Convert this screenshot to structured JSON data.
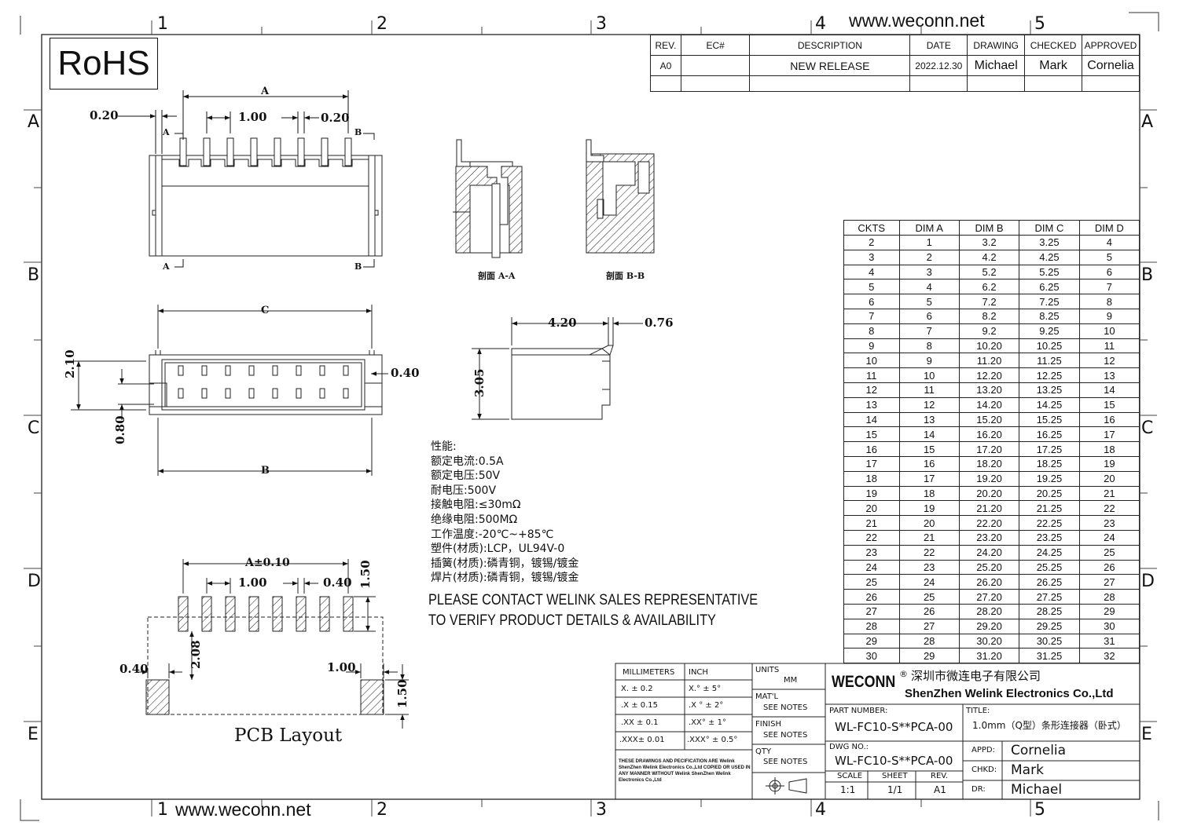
{
  "website": "www.weconn.net",
  "rohs": "RoHS",
  "zones": {
    "columns": [
      "1",
      "2",
      "3",
      "4",
      "5"
    ],
    "rows": [
      "A",
      "B",
      "C",
      "D",
      "E"
    ]
  },
  "revision_block": {
    "headers": [
      "REV.",
      "EC#",
      "DESCRIPTION",
      "DATE",
      "DRAWING",
      "CHECKED",
      "APPROVED"
    ],
    "rows": [
      [
        "A0",
        "",
        "NEW RELEASE",
        "2022.12.30",
        "Michael",
        "Mark",
        "Cornelia"
      ],
      [
        "",
        "",
        "",
        "",
        "",
        "",
        ""
      ]
    ]
  },
  "top_view": {
    "dim_a": "A",
    "pitch": "1.00",
    "width_left": "0.20",
    "width_right": "0.20",
    "section_a": "A",
    "section_b": "B"
  },
  "sections": {
    "a_label": "剖面 A-A",
    "b_label": "剖面 B-B"
  },
  "front_view": {
    "dim_c": "C",
    "dim_b": "B",
    "h1": "2.10",
    "h2": "0.80",
    "side": "0.40"
  },
  "side_view": {
    "width": "4.20",
    "tail": "0.76",
    "height": "3.05"
  },
  "specs": {
    "lines": [
      "性能:",
      "额定电流:0.5A",
      "额定电压:50V",
      "耐电压:500V",
      "接触电阻:≤30mΩ",
      "绝缘电阻:500MΩ",
      "工作温度:-20℃~+85℃",
      "塑件(材质):LCP，UL94V-0",
      "插簧(材质):磷青铜，镀锡/镀金",
      "焊片(材质):磷青铜，镀锡/镀金"
    ]
  },
  "notice": {
    "line1": "PLEASE CONTACT WELINK SALES REPRESENTATIVE",
    "line2": "TO VERIFY PRODUCT DETAILS & AVAILABILITY"
  },
  "pcb": {
    "title": "PCB Layout",
    "dim_a": "A±0.10",
    "pitch": "1.00",
    "pad_w": "0.40",
    "pad_h": "1.50",
    "gap": "2.08",
    "left_w": "0.40",
    "right_w": "1.00",
    "foot_h": "1.50"
  },
  "dim_table": {
    "headers": [
      "CKTS",
      "DIM A",
      "DIM B",
      "DIM C",
      "DIM D"
    ],
    "rows": [
      [
        "2",
        "1",
        "3.2",
        "3.25",
        "4"
      ],
      [
        "3",
        "2",
        "4.2",
        "4.25",
        "5"
      ],
      [
        "4",
        "3",
        "5.2",
        "5.25",
        "6"
      ],
      [
        "5",
        "4",
        "6.2",
        "6.25",
        "7"
      ],
      [
        "6",
        "5",
        "7.2",
        "7.25",
        "8"
      ],
      [
        "7",
        "6",
        "8.2",
        "8.25",
        "9"
      ],
      [
        "8",
        "7",
        "9.2",
        "9.25",
        "10"
      ],
      [
        "9",
        "8",
        "10.20",
        "10.25",
        "11"
      ],
      [
        "10",
        "9",
        "11.20",
        "11.25",
        "12"
      ],
      [
        "11",
        "10",
        "12.20",
        "12.25",
        "13"
      ],
      [
        "12",
        "11",
        "13.20",
        "13.25",
        "14"
      ],
      [
        "13",
        "12",
        "14.20",
        "14.25",
        "15"
      ],
      [
        "14",
        "13",
        "15.20",
        "15.25",
        "16"
      ],
      [
        "15",
        "14",
        "16.20",
        "16.25",
        "17"
      ],
      [
        "16",
        "15",
        "17.20",
        "17.25",
        "18"
      ],
      [
        "17",
        "16",
        "18.20",
        "18.25",
        "19"
      ],
      [
        "18",
        "17",
        "19.20",
        "19.25",
        "20"
      ],
      [
        "19",
        "18",
        "20.20",
        "20.25",
        "21"
      ],
      [
        "20",
        "19",
        "21.20",
        "21.25",
        "22"
      ],
      [
        "21",
        "20",
        "22.20",
        "22.25",
        "23"
      ],
      [
        "22",
        "21",
        "23.20",
        "23.25",
        "24"
      ],
      [
        "23",
        "22",
        "24.20",
        "24.25",
        "25"
      ],
      [
        "24",
        "23",
        "25.20",
        "25.25",
        "26"
      ],
      [
        "25",
        "24",
        "26.20",
        "26.25",
        "27"
      ],
      [
        "26",
        "25",
        "27.20",
        "27.25",
        "28"
      ],
      [
        "27",
        "26",
        "28.20",
        "28.25",
        "29"
      ],
      [
        "28",
        "27",
        "29.20",
        "29.25",
        "30"
      ],
      [
        "29",
        "28",
        "30.20",
        "30.25",
        "31"
      ],
      [
        "30",
        "29",
        "31.20",
        "31.25",
        "32"
      ]
    ]
  },
  "title_block": {
    "tolerances": {
      "mm_header": "MILLIMETERS",
      "inch_header": "INCH",
      "mm": [
        "X.   ±  0.2",
        ".X   ± 0.15",
        ".XX  ± 0.1",
        ".XXX± 0.01"
      ],
      "inch": [
        "X.°   ±  5°",
        ".X °  ± 2°",
        ".XX°  ± 1°",
        ".XXX° ± 0.5°"
      ]
    },
    "disclaimer": "THESE DRAWINGS AND PECIFICATION  ARE Welink ShenZhen Welink Electronics Co.,Ltd  COPIED OR USED IN ANY MANNER WITHOUT Welink ShenZhen Welink Electronics Co.,Ltd",
    "units_label": "UNITS",
    "units": "MM",
    "matl_label": "MAT'L",
    "matl": "SEE NOTES",
    "finish_label": "FINISH",
    "finish": "SEE NOTES",
    "qty_label": "QTY",
    "qty": "SEE NOTES",
    "brand": "WECONN",
    "registered": "®",
    "company_cn": "深圳市微连电子有限公司",
    "company_en": "ShenZhen Welink Electronics Co.,Ltd",
    "part_number_label": "PART NUMBER:",
    "part_number": "WL-FC10-S**PCA-00",
    "title_label": "TITLE:",
    "title": "1.0mm（Q型）条形连接器（卧式）",
    "dwg_label": "DWG NO.:",
    "dwg": "WL-FC10-S**PCA-00",
    "scale_label": "SCALE",
    "scale": "1:1",
    "sheet_label": "SHEET",
    "sheet": "1/1",
    "rev_label": "REV.",
    "rev": "A1",
    "appd_label": "APPD:",
    "appd": "Cornelia",
    "chkd_label": "CHKD:",
    "chkd": "Mark",
    "dr_label": "DR:",
    "dr": "Michael"
  }
}
